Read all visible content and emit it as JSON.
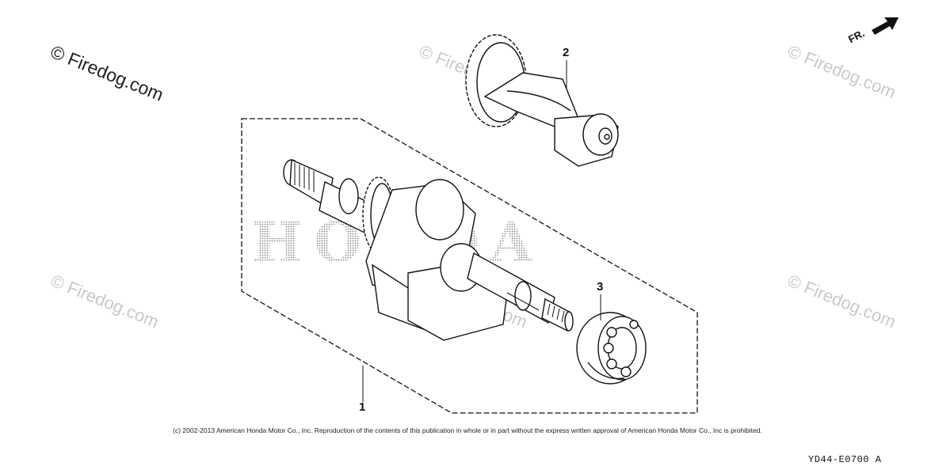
{
  "watermarks": {
    "site_top_left": "© Firedog.com",
    "site_repeat": "© Firedog.com",
    "brand": "HONDA"
  },
  "direction_label": "FR.",
  "callouts": {
    "part1": "1",
    "part2": "2",
    "part3": "3"
  },
  "parts": [
    {
      "ref": "1",
      "icon": "crankshaft-icon"
    },
    {
      "ref": "2",
      "icon": "balancer-shaft-icon"
    },
    {
      "ref": "3",
      "icon": "ball-bearing-icon"
    }
  ],
  "footer": {
    "copyright": "(c) 2002-2013 American Honda Motor Co., Inc. Reproduction of the contents of this publication in whole or in part without the express written approval of American Honda Motor Co., Inc is prohibited.",
    "diagram_code": "YD44-E0700 A"
  },
  "colors": {
    "line": "#111111",
    "watermark": "#c9c9c9",
    "brand_dots": "#8a8a8a"
  }
}
